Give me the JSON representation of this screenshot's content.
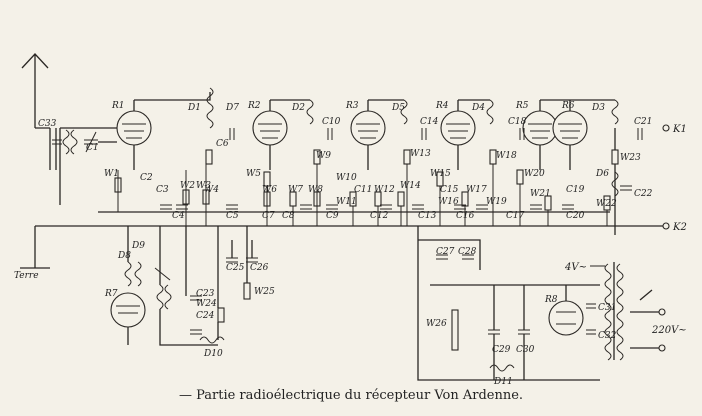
{
  "caption": "— Partie radioélectrique du récepteur Von Ardenne.",
  "terminals": {
    "k1": "K1",
    "k2": "K2",
    "terre": "Terre"
  },
  "mains": {
    "low": "4V~",
    "high": "220V~"
  },
  "tubes": [
    "R1",
    "R2",
    "R3",
    "R4",
    "R5",
    "R6",
    "R7",
    "R8"
  ],
  "coils": [
    "D1",
    "D2",
    "D3",
    "D4",
    "D5",
    "D6",
    "D7",
    "D8",
    "D9",
    "D10",
    "D11"
  ],
  "capacitors": [
    "C1",
    "C2",
    "C3",
    "C4",
    "C5",
    "C6",
    "C7",
    "C8",
    "C9",
    "C10",
    "C11",
    "C12",
    "C13",
    "C14",
    "C15",
    "C16",
    "C17",
    "C18",
    "C19",
    "C20",
    "C21",
    "C22",
    "C23",
    "C24",
    "C25",
    "C26",
    "C27",
    "C28",
    "C29",
    "C30",
    "C31",
    "C32",
    "C33"
  ],
  "resistors": [
    "W1",
    "W2",
    "W3",
    "W4",
    "W5",
    "W6",
    "W7",
    "W8",
    "W9",
    "W10",
    "W11",
    "W12",
    "W13",
    "W14",
    "W15",
    "W16",
    "W17",
    "W18",
    "W19",
    "W20",
    "W21",
    "W22",
    "W23",
    "W24",
    "W25",
    "W26"
  ]
}
